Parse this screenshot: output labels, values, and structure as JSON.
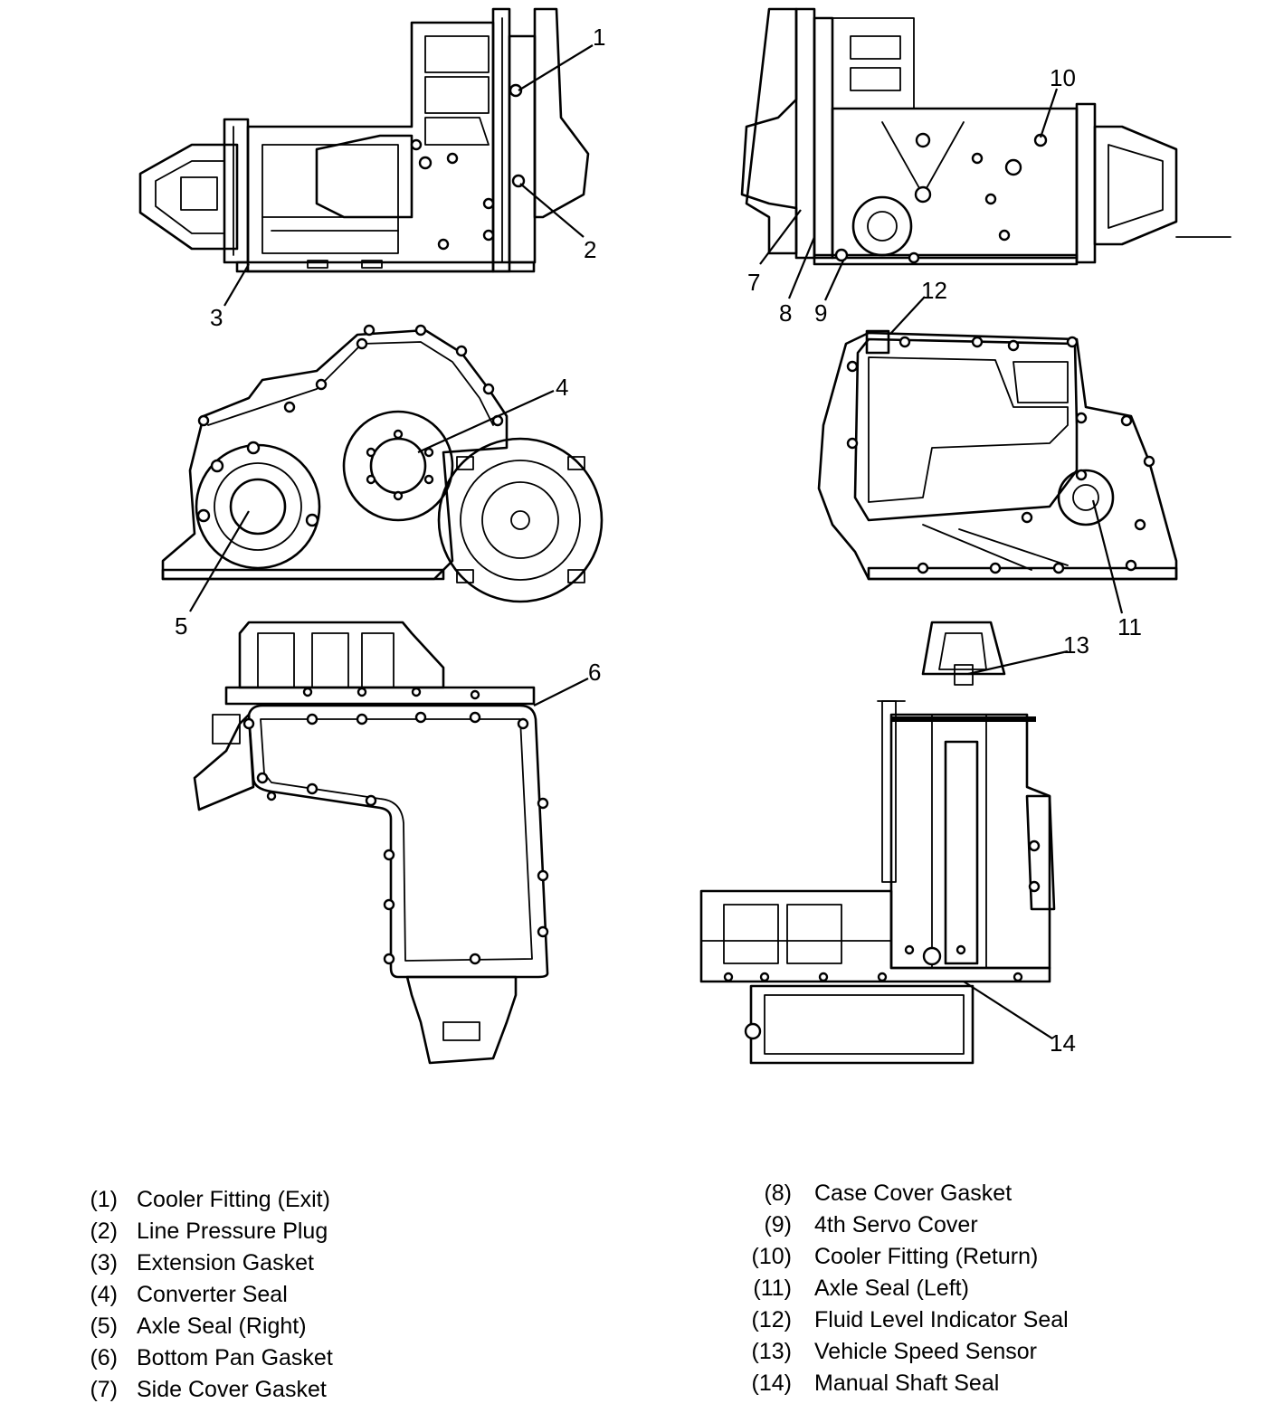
{
  "callouts": [
    {
      "num": "1"
    },
    {
      "num": "2"
    },
    {
      "num": "3"
    },
    {
      "num": "4"
    },
    {
      "num": "5"
    },
    {
      "num": "6"
    },
    {
      "num": "7"
    },
    {
      "num": "8"
    },
    {
      "num": "9"
    },
    {
      "num": "10"
    },
    {
      "num": "11"
    },
    {
      "num": "12"
    },
    {
      "num": "13"
    },
    {
      "num": "14"
    }
  ],
  "legend": {
    "left": [
      {
        "num": "(1)",
        "label": "Cooler Fitting (Exit)"
      },
      {
        "num": "(2)",
        "label": "Line Pressure Plug"
      },
      {
        "num": "(3)",
        "label": "Extension Gasket"
      },
      {
        "num": "(4)",
        "label": "Converter Seal"
      },
      {
        "num": "(5)",
        "label": "Axle Seal (Right)"
      },
      {
        "num": "(6)",
        "label": "Bottom Pan Gasket"
      },
      {
        "num": "(7)",
        "label": "Side Cover Gasket"
      }
    ],
    "right": [
      {
        "num": "(8)",
        "label": "Case Cover Gasket"
      },
      {
        "num": "(9)",
        "label": "4th Servo Cover"
      },
      {
        "num": "(10)",
        "label": "Cooler Fitting (Return)"
      },
      {
        "num": "(11)",
        "label": "Axle Seal (Left)"
      },
      {
        "num": "(12)",
        "label": "Fluid Level Indicator Seal"
      },
      {
        "num": "(13)",
        "label": "Vehicle Speed Sensor"
      },
      {
        "num": "(14)",
        "label": "Manual Shaft Seal"
      }
    ]
  }
}
